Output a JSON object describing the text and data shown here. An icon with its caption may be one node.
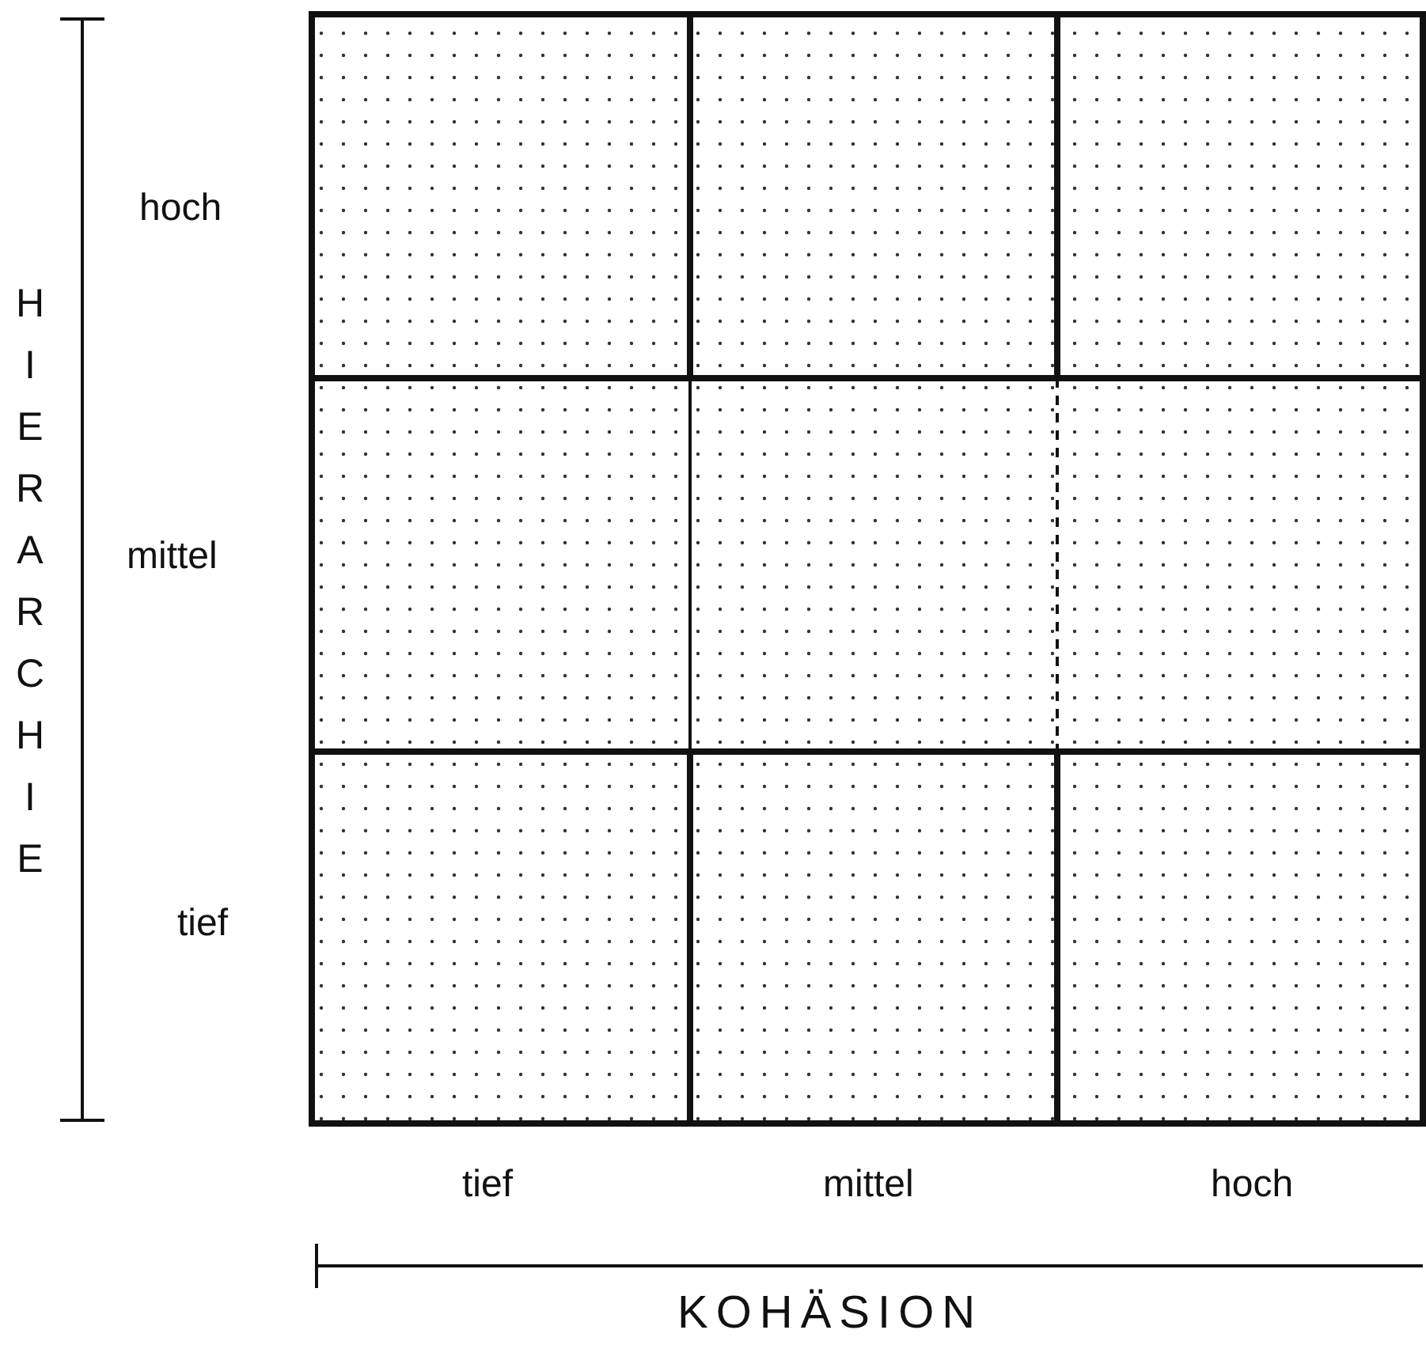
{
  "diagram": {
    "labels": [
      "hoch",
      "mittel",
      "tief",
      "tief",
      "mittel",
      "hoch",
      "HIERARCHIE",
      "KOHÄSION"
    ]
  }
}
